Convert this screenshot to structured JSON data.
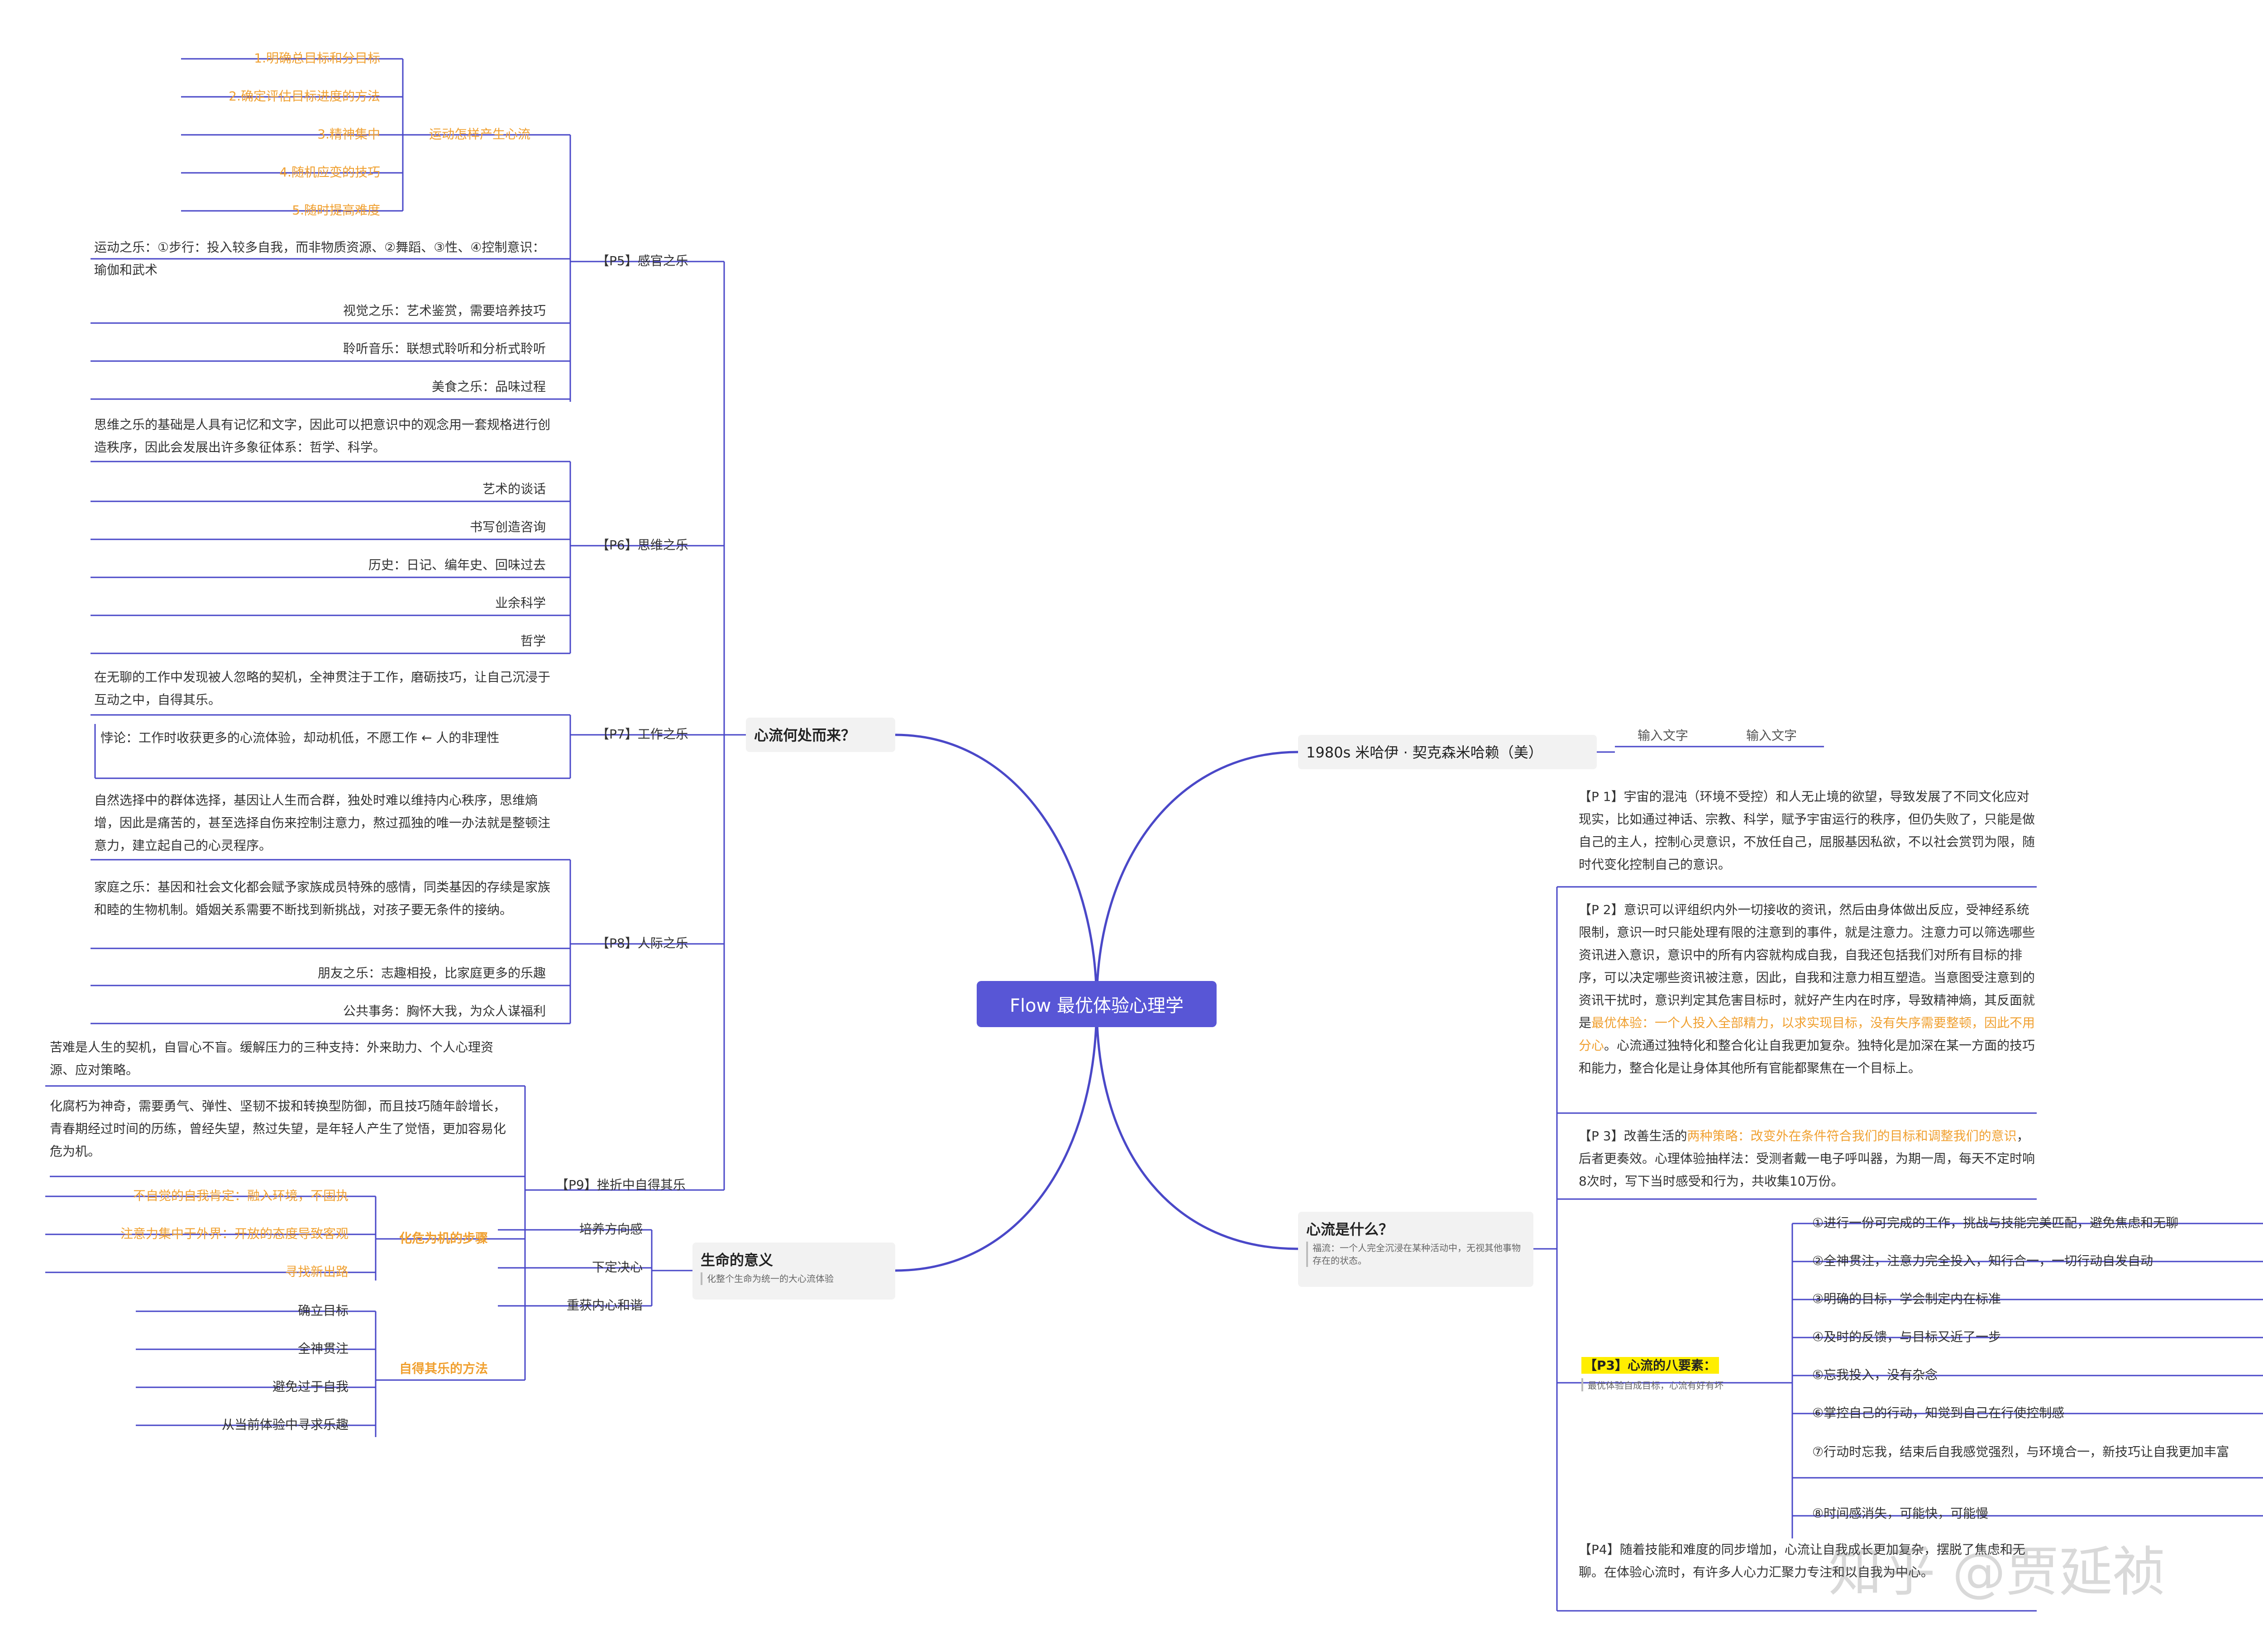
{
  "root": {
    "title": "Flow 最优体验心理学"
  },
  "colors": {
    "line": "#4a48c8",
    "root_bg": "#5856d6",
    "highlight": "#f0a030",
    "tag_yellow": "#ffee00"
  },
  "left": {
    "hub_origin": "心流何处而来？",
    "p5": {
      "label": "【P5】感官之乐",
      "sport_flow": "运动怎样产生心流",
      "sport_items": [
        "1.明确总目标和分目标",
        "2.确定评估目标进度的方法",
        "3.精神集中",
        "4.随机应变的技巧",
        "5.随时提高难度"
      ],
      "sport_joy": "运动之乐：①步行：投入较多自我，而非物质资源、②舞蹈、③性、④控制意识：瑜伽和武术",
      "visual": "视觉之乐：艺术鉴赏，需要培养技巧",
      "music": "聆听音乐：联想式聆听和分析式聆听",
      "food": "美食之乐：品味过程"
    },
    "p6": {
      "label": "【P6】思维之乐",
      "basis": "思维之乐的基础是人具有记忆和文字，因此可以把意识中的观念用一套规格进行创造秩序，因此会发展出许多象征体系：哲学、科学。",
      "items": [
        "艺术的谈话",
        "书写创造咨询",
        "历史：日记、编年史、回味过去",
        "业余科学",
        "哲学"
      ]
    },
    "p7": {
      "label": "【P7】工作之乐",
      "a": "在无聊的工作中发现被人忽略的契机，全神贯注于工作，磨砺技巧，让自己沉浸于互动之中，自得其乐。",
      "b": "悖论：工作时收获更多的心流体验，却动机低，不愿工作 ← 人的非理性"
    },
    "p8": {
      "label": "【P8】人际之乐",
      "a": "自然选择中的群体选择，基因让人生而合群，独处时难以维持内心秩序，思维熵增，因此是痛苦的，甚至选择自伤来控制注意力，熬过孤独的唯一办法就是整顿注意力，建立起自己的心灵程序。",
      "b": "家庭之乐：基因和社会文化都会赋予家族成员特殊的感情，同类基因的存续是家族和睦的生物机制。婚姻关系需要不断找到新挑战，对孩子要无条件的接纳。",
      "c": "朋友之乐：志趣相投，比家庭更多的乐趣",
      "d": "公共事务：胸怀大我，为众人谋福利"
    },
    "p9": {
      "label": "【P9】挫折中自得其乐",
      "a": "苦难是人生的契机，自冒心不盲。缓解压力的三种支持：外来助力、个人心理资源、应对策略。",
      "b": "化腐朽为神奇，需要勇气、弹性、坚韧不拔和转换型防御，而且技巧随年龄增长，青春期经过时间的历练，曾经失望，熬过失望，是年轻人产生了觉悟，更加容易化危为机。",
      "steps_label": "化危为机的步骤",
      "steps": [
        "不自觉的自我肯定：融入环境，不固执",
        "注意力集中于外界：开放的态度导致客观",
        "寻找新出路"
      ],
      "method_label": "自得其乐的方法",
      "methods": [
        "确立目标",
        "全神贯注",
        "避免过于自我",
        "从当前体验中寻求乐趣"
      ]
    },
    "meaning": {
      "title": "生命的意义",
      "sub": "化整个生命为统一的大心流体验",
      "items": [
        "培养方向感",
        "下定决心",
        "重获内心和谐"
      ]
    }
  },
  "right": {
    "author": "1980s  米哈伊 · 契克森米哈赖（美）",
    "input1": "输入文字",
    "input2": "输入文字",
    "what": {
      "title": "心流是什么？",
      "sub": "福流：一个人完全沉浸在某种活动中，无视其他事物存在的状态。"
    },
    "p1": "【P 1】宇宙的混沌（环境不受控）和人无止境的欲望，导致发展了不同文化应对现实，比如通过神话、宗教、科学，赋予宇宙运行的秩序，但仍失败了，只能是做自己的主人，控制心灵意识，不放任自己，屈服基因私欲，不以社会赏罚为限，随时代变化控制自己的意识。",
    "p2_a": "【P 2】意识可以评组织内外一切接收的资讯，然后由身体做出反应，受神经系统限制，意识一时只能处理有限的注意到的事件，就是注意力。注意力可以筛选哪些资讯进入意识，意识中的所有内容就构成自我，自我还包括我们对所有目标的排序，可以决定哪些资讯被注意，因此，自我和注意力相互塑造。当意图受注意到的资讯干扰时，意识判定其危害目标时，就好产生内在时序，导致精神熵，其反面就是",
    "p2_hl": "最优体验：一个人投入全部精力，以求实现目标，没有失序需要整顿，因此不用分心",
    "p2_b": "。心流通过独特化和整合化让自我更加复杂。独特化是加深在某一方面的技巧和能力，整合化是让身体其他所有官能都聚焦在一个目标上。",
    "p3_a": "【P 3】改善生活的",
    "p3_hl": "两种策略：改变外在条件符合我们的目标和调整我们的意识",
    "p3_b": "，后者更奏效。心理体验抽样法：受测者戴一电子呼叫器，为期一周，每天不定时响8次时，写下当时感受和行为，共收集10万份。",
    "eight": {
      "label": "【P3】心流的八要素：",
      "sub": "最优体验自成目标，心流有好有坏",
      "items": [
        "①进行一份可完成的工作，挑战与技能完美匹配，避免焦虑和无聊",
        "②全神贯注，注意力完全投入，知行合一，一切行动自发自动",
        "③明确的目标，学会制定内在标准",
        "④及时的反馈，与目标又近了一步",
        "⑤忘我投入，没有杂念",
        "⑥掌控自己的行动，知觉到自己在行使控制感",
        "⑦行动时忘我，结束后自我感觉强烈，与环境合一，新技巧让自我更加丰富",
        "⑧时间感消失，可能快，可能慢"
      ]
    },
    "p4": "【P4】随着技能和难度的同步增加，心流让自我成长更加复杂，摆脱了焦虑和无聊。在体验心流时，有许多人心力汇聚力专注和以自我为中心。"
  },
  "watermark": "知乎 @贾延祯"
}
